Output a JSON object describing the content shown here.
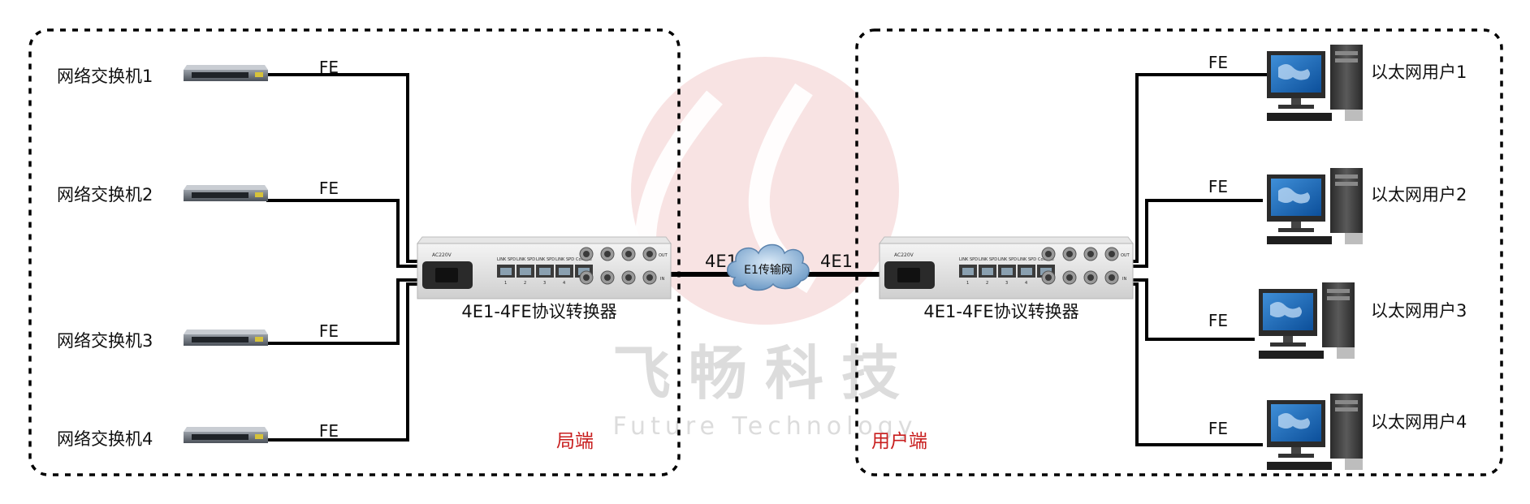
{
  "watermark": {
    "cn": "飞畅科技",
    "en": "Future Technology"
  },
  "left_site": {
    "label": "局端",
    "converter_label": "4E1-4FE协议转换器",
    "switches": [
      "网络交换机1",
      "网络交换机2",
      "网络交换机3",
      "网络交换机4"
    ],
    "links": [
      "FE",
      "FE",
      "FE",
      "FE"
    ]
  },
  "right_site": {
    "label": "用户端",
    "converter_label": "4E1-4FE协议转换器",
    "users": [
      "以太网用户1",
      "以太网用户2",
      "以太网用户3",
      "以太网用户4"
    ],
    "links": [
      "FE",
      "FE",
      "FE",
      "FE"
    ]
  },
  "network": {
    "cloud_label": "E1传输网",
    "left_link": "4E1",
    "right_link": "4E1"
  },
  "device_panel": {
    "power_label": "AC220V",
    "port_labels": [
      "LINK",
      "SPD",
      "LINK",
      "SPD",
      "LINK",
      "SPD",
      "LINK",
      "SPD",
      "Console"
    ],
    "port_numbers": [
      "1",
      "2",
      "3",
      "4"
    ],
    "bnc_labels": [
      "OUT",
      "IN"
    ]
  },
  "colors": {
    "line": "#000000",
    "site_label": "#c81e1e",
    "watermark_logo": "#f2d6d6",
    "watermark_text": "#d9d9d9"
  }
}
